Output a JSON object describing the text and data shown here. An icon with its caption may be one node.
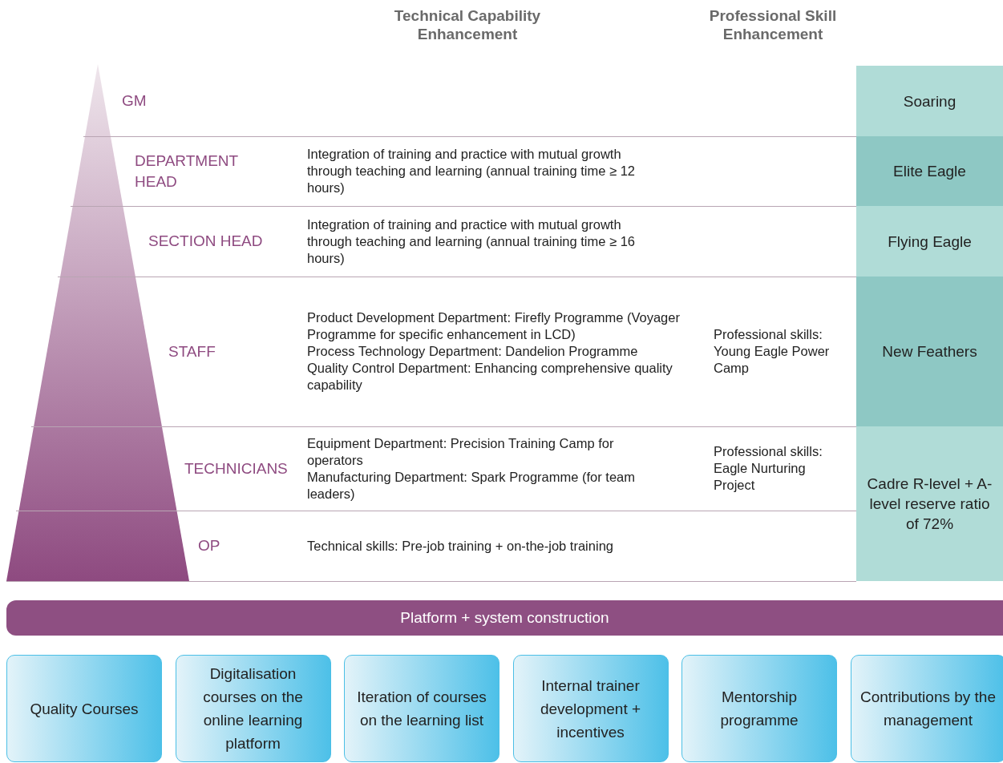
{
  "diagram": {
    "nodes": [
      {
        "text": [
          "Soaring"
        ]
      },
      {
        "text": [
          "Elite Eagle"
        ]
      },
      {
        "text": [
          "Flying Eagle"
        ]
      },
      {
        "text": [
          "New Feathers"
        ]
      },
      {
        "text": [
          "Cadre R-level + A-level reserve ratio of 72%"
        ]
      },
      {
        "text": [
          "Platform + system construction"
        ]
      },
      {
        "text": [
          "Quality Courses"
        ]
      },
      {
        "text": [
          "Digitalisation courses on the online learning platform"
        ]
      },
      {
        "text": [
          "Iteration of courses on the learning list"
        ]
      },
      {
        "text": [
          "Internal trainer development + incentives"
        ]
      },
      {
        "text": [
          "Mentorship programme"
        ]
      },
      {
        "text": [
          "Contributions by the management"
        ]
      }
    ],
    "labels": [
      "Technical Capability Enhancement",
      "Professional Skill Enhancement",
      "GM",
      "DEPARTMENT HEAD",
      "Integration of training and practice with mutual growth through teaching and learning (annual training time ≥ 12 hours)",
      "SECTION HEAD",
      "Integration of training and practice with mutual growth through teaching and learning (annual training time ≥ 16 hours)",
      "STAFF",
      "Product Development Department: Firefly Programme (Voyager Programme for specific enhancement in LCD)",
      "Process Technology Department: Dandelion Programme",
      "Quality Control Department: Enhancing comprehensive quality capability",
      "Professional skills: Young Eagle Power Camp",
      "TECHNICIANS",
      "Equipment Department: Precision Training Camp for operators",
      "Manufacturing Department: Spark Programme (for team leaders)",
      "Professional skills: Eagle Nurturing Project",
      "OP",
      "Technical skills: Pre-job training + on-the-job training"
    ]
  }
}
